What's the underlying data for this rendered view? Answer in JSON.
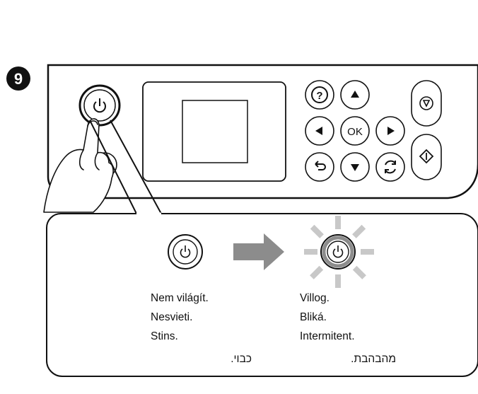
{
  "step": {
    "number": "9"
  },
  "control_panel": {
    "help_icon": "?",
    "ok_label": "OK",
    "power_icon": "power-icon",
    "stop_icon": "stop-icon",
    "start_icon": "start-icon",
    "back_icon": "back-icon",
    "reset_icon": "reset-icon"
  },
  "states": {
    "off": {
      "lines": [
        "Nem világít.",
        "Nesvieti.",
        "Stins."
      ],
      "hebrew": "כבוי."
    },
    "flashing": {
      "lines": [
        "Villog.",
        "Bliká.",
        "Intermitent."
      ],
      "hebrew": "מהבהבת."
    }
  },
  "colors": {
    "ink": "#111111",
    "arrow": "#8c8c8c",
    "flash_rays": "#c8c8c8",
    "power_ring_active": "#8c8c8c"
  }
}
